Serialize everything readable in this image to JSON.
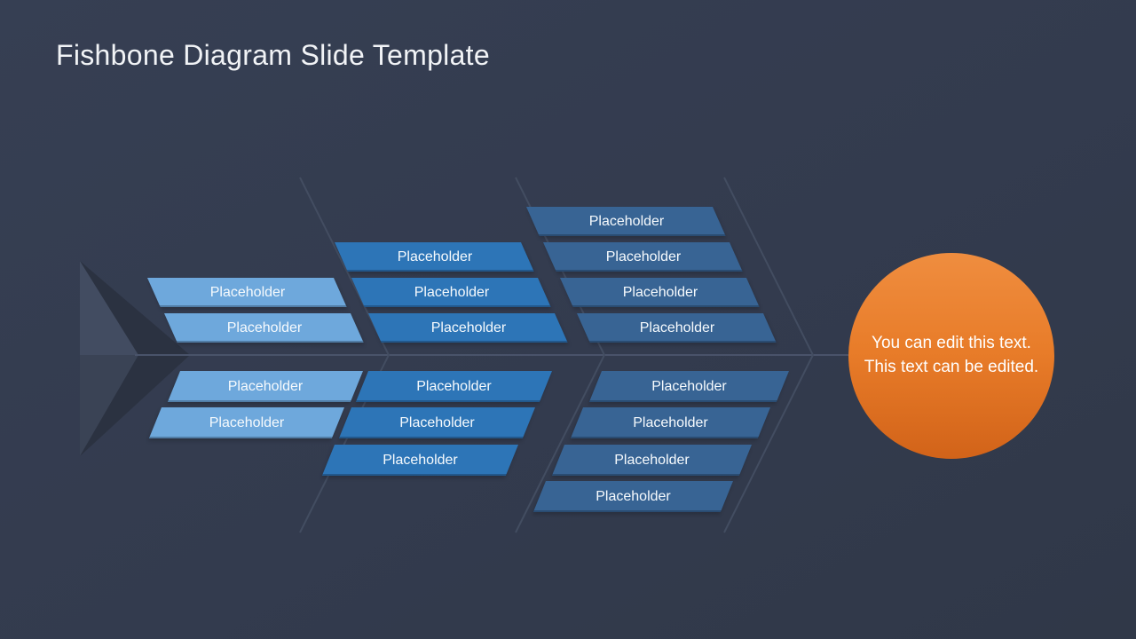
{
  "slide": {
    "title": "Fishbone Diagram Slide Template",
    "background_color": "#333B4E"
  },
  "diagram": {
    "type": "fishbone",
    "spine_color": "#49536A",
    "groups": [
      {
        "name": "top-left",
        "color": "#6EA8DC",
        "labels": [
          "Placeholder",
          "Placeholder"
        ]
      },
      {
        "name": "top-middle",
        "color": "#2D75B7",
        "labels": [
          "Placeholder",
          "Placeholder",
          "Placeholder"
        ]
      },
      {
        "name": "top-right",
        "color": "#386494",
        "labels": [
          "Placeholder",
          "Placeholder",
          "Placeholder",
          "Placeholder"
        ]
      },
      {
        "name": "bottom-left",
        "color": "#6EA8DC",
        "labels": [
          "Placeholder",
          "Placeholder"
        ]
      },
      {
        "name": "bottom-middle",
        "color": "#2D75B7",
        "labels": [
          "Placeholder",
          "Placeholder",
          "Placeholder"
        ]
      },
      {
        "name": "bottom-right",
        "color": "#386494",
        "labels": [
          "Placeholder",
          "Placeholder",
          "Placeholder",
          "Placeholder"
        ]
      }
    ],
    "head": {
      "text": "You can edit this text. This text can be edited.",
      "color_top": "#EF8D3F",
      "color_bottom": "#D26319"
    }
  }
}
